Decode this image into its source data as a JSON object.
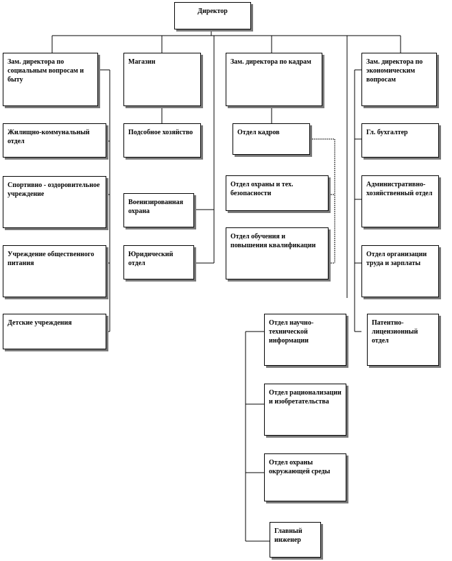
{
  "director": "Директор",
  "columns": [
    {
      "id": "social",
      "head": "Зам. директора по социальным вопросам и быту",
      "items": [
        "Жилищно-коммунальный отдел",
        "Спортивно - оздоровительное учреждение",
        "Учреждение общественного питания",
        "Детские учреждения"
      ]
    },
    {
      "id": "shop",
      "head": "Магазин",
      "items": [
        "Подсобное хозяйство",
        "Военизированная охрана",
        "Юридический отдел"
      ]
    },
    {
      "id": "hr",
      "head": "Зам. директора по кадрам",
      "items": [
        "Отдел кадров",
        "Отдел охраны и тех. безопасности",
        "Отдел обучения и повышения квалификации"
      ]
    },
    {
      "id": "econ",
      "head": "Зам. директора по экономическим вопросам",
      "items": [
        "Гл. бухгалтер",
        "Административно-хозяйственный отдел",
        "Отдел организации труда и зарплаты",
        "Патентно-лицензионный отдел"
      ]
    }
  ],
  "engineering": [
    "Отдел научно-технической информации",
    "Отдел рационализации и изобретательства",
    "Отдел охраны окружающей среды",
    "Главный инженер"
  ]
}
